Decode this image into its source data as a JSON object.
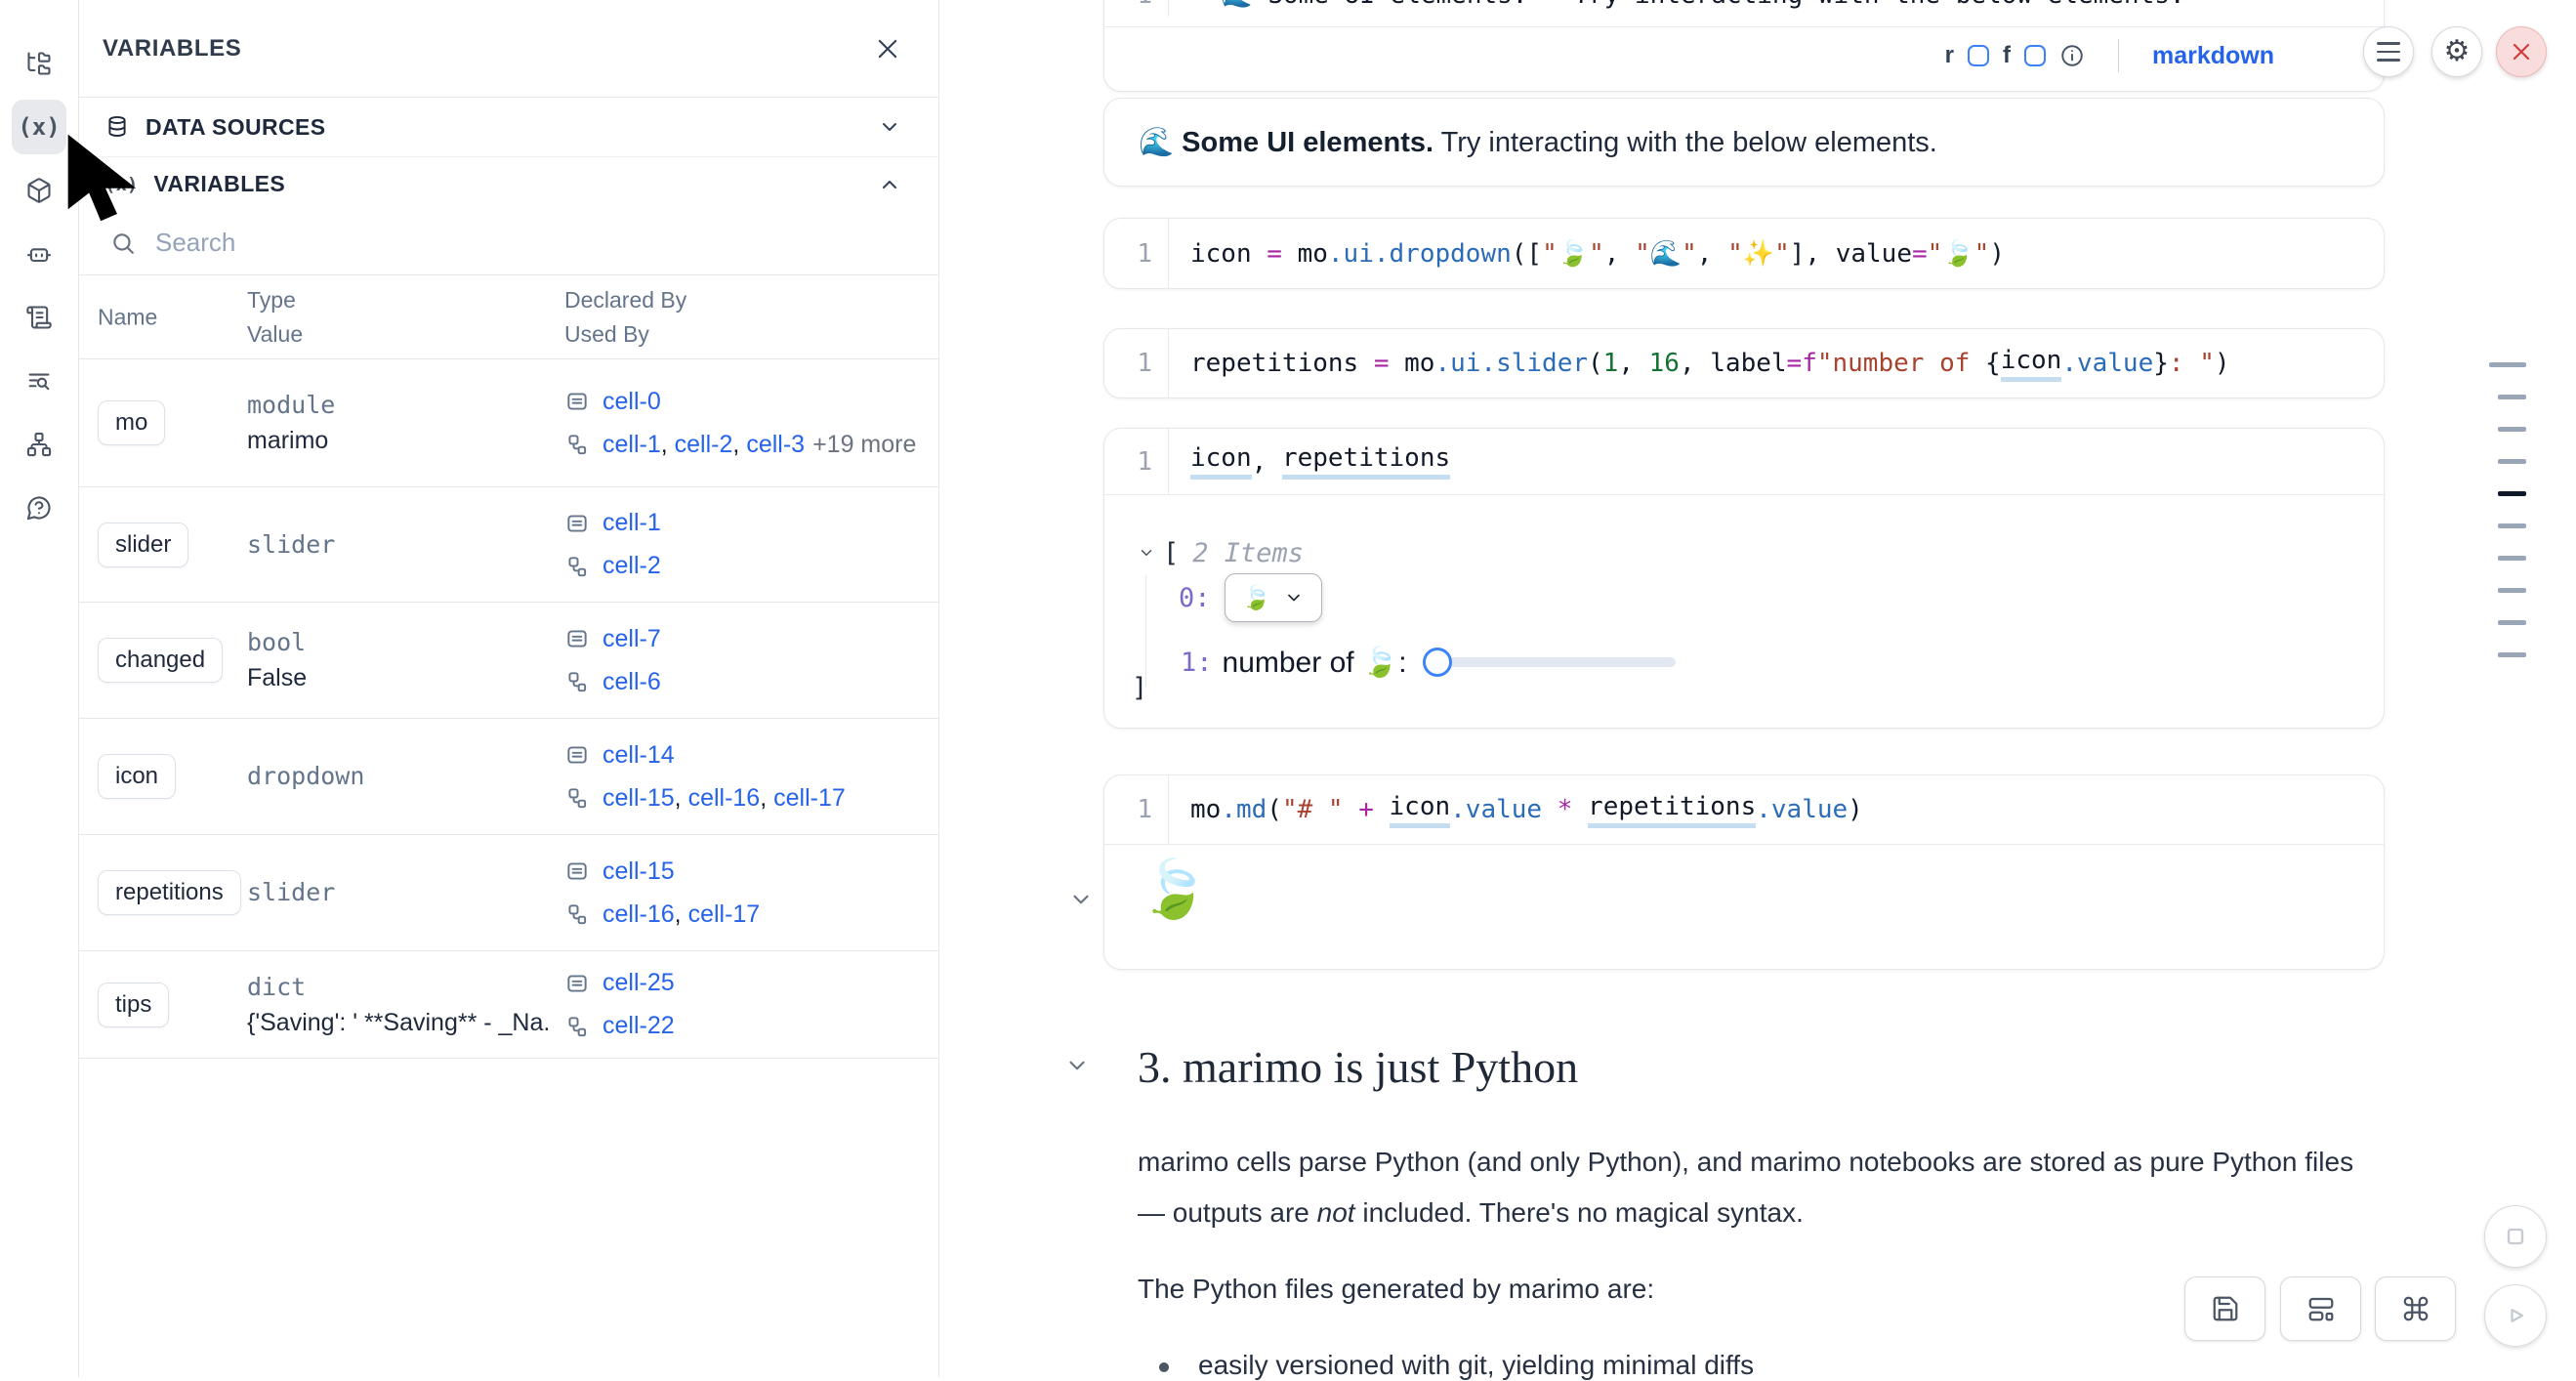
{
  "colors": {
    "accent": "#2563eb",
    "link": "#2563eb",
    "danger": "#dc2626",
    "code_string": "#a8432f",
    "code_operator": "#a626a4",
    "code_number": "#137333",
    "code_property": "#2b6cb8",
    "underline_highlight": "#c5ddf1"
  },
  "sidebar": {
    "items": [
      {
        "icon": "file-tree-icon",
        "active": false
      },
      {
        "icon": "variables-icon",
        "active": true
      },
      {
        "icon": "packages-icon",
        "active": false
      },
      {
        "icon": "ai-bot-icon",
        "active": false
      },
      {
        "icon": "scratchpad-icon",
        "active": false
      },
      {
        "icon": "snippets-search-icon",
        "active": false
      },
      {
        "icon": "dependency-graph-icon",
        "active": false
      },
      {
        "icon": "help-icon",
        "active": false
      }
    ]
  },
  "panel": {
    "title": "VARIABLES",
    "close_icon": "x-icon",
    "sections": {
      "data_sources": "DATA SOURCES",
      "variables": "VARIABLES"
    },
    "search_placeholder": "Search",
    "columns": {
      "name": "Name",
      "type": "Type",
      "value": "Value",
      "declared": "Declared By",
      "used": "Used By"
    },
    "rows": [
      {
        "name": "mo",
        "type": "module",
        "value": "marimo",
        "declared": [
          "cell-0"
        ],
        "used": [
          "cell-1",
          "cell-2",
          "cell-3"
        ],
        "more": "+19 more",
        "height": 130
      },
      {
        "name": "slider",
        "type": "slider",
        "value": "",
        "declared": [
          "cell-1"
        ],
        "used": [
          "cell-2"
        ],
        "more": "",
        "height": 117
      },
      {
        "name": "changed",
        "type": "bool",
        "value": "False",
        "declared": [
          "cell-7"
        ],
        "used": [
          "cell-6"
        ],
        "more": "",
        "height": 118
      },
      {
        "name": "icon",
        "type": "dropdown",
        "value": "",
        "declared": [
          "cell-14"
        ],
        "used": [
          "cell-15",
          "cell-16",
          "cell-17"
        ],
        "more": "",
        "height": 118
      },
      {
        "name": "repetitions",
        "type": "slider",
        "value": "",
        "declared": [
          "cell-15"
        ],
        "used": [
          "cell-16",
          "cell-17"
        ],
        "more": "",
        "height": 118
      },
      {
        "name": "tips",
        "type": "dict",
        "value": "{'Saving': ' **Saving** - _Na...",
        "declared": [
          "cell-25"
        ],
        "used": [
          "cell-22"
        ],
        "more": "",
        "height": 109
      }
    ]
  },
  "notebook": {
    "top_cell": {
      "line_no": "1",
      "tokens": [
        {
          "t": "**🌊 Some UI elements.** Try interacting with the below elements.",
          "c": "p"
        }
      ],
      "toolbar": {
        "r": "r",
        "f": "f",
        "lang": "markdown"
      }
    },
    "md_cell": {
      "bold": "🌊 Some UI elements.",
      "rest": " Try interacting with the below elements."
    },
    "cell_dropdown": {
      "line_no": "1",
      "tokens": [
        {
          "t": "icon ",
          "c": "p"
        },
        {
          "t": "=",
          "c": "o"
        },
        {
          "t": " ",
          "c": "p"
        },
        {
          "t": "mo",
          "c": "p"
        },
        {
          "t": ".ui.dropdown",
          "c": "f"
        },
        {
          "t": "([",
          "c": "p"
        },
        {
          "t": "\"🍃\"",
          "c": "s"
        },
        {
          "t": ", ",
          "c": "p"
        },
        {
          "t": "\"🌊\"",
          "c": "s"
        },
        {
          "t": ", ",
          "c": "p"
        },
        {
          "t": "\"✨\"",
          "c": "s"
        },
        {
          "t": "], value",
          "c": "p"
        },
        {
          "t": "=",
          "c": "o"
        },
        {
          "t": "\"🍃\"",
          "c": "s"
        },
        {
          "t": ")",
          "c": "p"
        }
      ]
    },
    "cell_slider": {
      "line_no": "1",
      "tokens": [
        {
          "t": "repetitions ",
          "c": "p"
        },
        {
          "t": "=",
          "c": "o"
        },
        {
          "t": " ",
          "c": "p"
        },
        {
          "t": "mo",
          "c": "p"
        },
        {
          "t": ".ui.slider",
          "c": "f"
        },
        {
          "t": "(",
          "c": "p"
        },
        {
          "t": "1",
          "c": "n"
        },
        {
          "t": ", ",
          "c": "p"
        },
        {
          "t": "16",
          "c": "n"
        },
        {
          "t": ", label",
          "c": "p"
        },
        {
          "t": "=",
          "c": "o"
        },
        {
          "t": "f",
          "c": "o"
        },
        {
          "t": "\"number of ",
          "c": "s"
        },
        {
          "t": "{",
          "c": "p"
        },
        {
          "t": "icon",
          "c": "p u"
        },
        {
          "t": ".value",
          "c": "f"
        },
        {
          "t": "}",
          "c": "p"
        },
        {
          "t": ": \"",
          "c": "s"
        },
        {
          "t": ")",
          "c": "p"
        }
      ]
    },
    "cell_tuple": {
      "line_no": "1",
      "tokens": [
        {
          "t": "icon",
          "c": "p u"
        },
        {
          "t": ", ",
          "c": "p"
        },
        {
          "t": "repetitions",
          "c": "p u"
        }
      ]
    },
    "cell_md": {
      "line_no": "1",
      "tokens": [
        {
          "t": "mo",
          "c": "p"
        },
        {
          "t": ".md",
          "c": "f"
        },
        {
          "t": "(",
          "c": "p"
        },
        {
          "t": "\"# \"",
          "c": "s"
        },
        {
          "t": " ",
          "c": "p"
        },
        {
          "t": "+",
          "c": "o"
        },
        {
          "t": " ",
          "c": "p"
        },
        {
          "t": "icon",
          "c": "p u"
        },
        {
          "t": ".value",
          "c": "f"
        },
        {
          "t": " ",
          "c": "p"
        },
        {
          "t": "*",
          "c": "o"
        },
        {
          "t": " ",
          "c": "p"
        },
        {
          "t": "repetitions",
          "c": "p u"
        },
        {
          "t": ".value",
          "c": "f"
        },
        {
          "t": ")",
          "c": "p"
        }
      ]
    },
    "tree_output": {
      "open": "[",
      "items_label": "2 Items",
      "row0_index": "0:",
      "row0_value": "🍃",
      "row1_index": "1:",
      "row1_label": "number of 🍃:",
      "close": "]"
    },
    "emoji_output": "🍃",
    "prose": {
      "heading": "3. marimo is just Python",
      "p1_line1": "marimo cells parse Python (and only Python), and marimo notebooks are stored as pure Python files",
      "p1_line2_pre": "— outputs are ",
      "p1_line2_em": "not",
      "p1_line2_post": " included. There's no magical syntax.",
      "p2": "The Python files generated by marimo are:",
      "bullet1": "easily versioned with git, yielding minimal diffs"
    }
  },
  "minimap": {
    "dash_count": 10,
    "active_index": 4
  },
  "floating_icons": [
    "menu-icon",
    "settings-gear-icon",
    "shutdown-close-icon",
    "save-icon",
    "layout-icon",
    "command-icon",
    "stop-icon",
    "run-play-icon"
  ]
}
